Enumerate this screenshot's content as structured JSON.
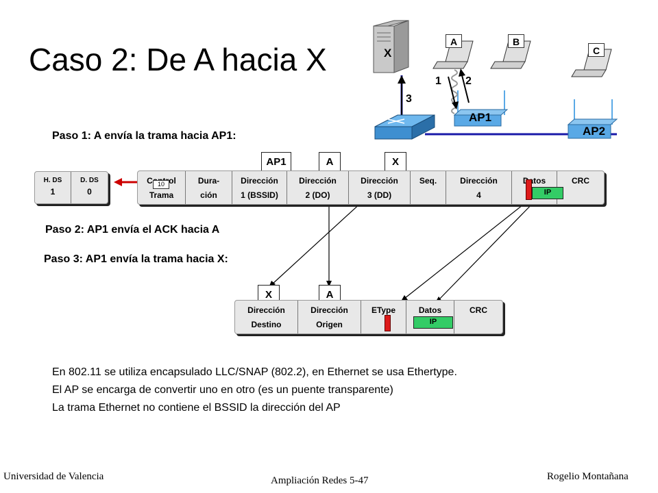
{
  "title": "Caso 2: De A hacia X",
  "network": {
    "server_label": "X",
    "laptops": [
      "A",
      "B",
      "C"
    ],
    "ap1": "AP1",
    "ap2": "AP2",
    "steps": [
      "1",
      "2",
      "3"
    ]
  },
  "paso1": "Paso 1: A envía la trama hacia AP1:",
  "paso2": "Paso 2: AP1 envía el ACK hacia A",
  "paso3": "Paso 3: AP1 envía la trama hacia X:",
  "ds_bits": {
    "h_label": "H. DS",
    "h_value": "1",
    "d_label": "D. DS",
    "d_value": "0",
    "control_code": "10"
  },
  "wifi_tags": [
    "AP1",
    "A",
    "X"
  ],
  "wifi_frame": [
    {
      "line1": "Control",
      "line2": "Trama"
    },
    {
      "line1": "Dura-",
      "line2": "ción"
    },
    {
      "line1": "Dirección",
      "line2": "1 (BSSID)"
    },
    {
      "line1": "Dirección",
      "line2": "2 (DO)"
    },
    {
      "line1": "Dirección",
      "line2": "3 (DD)"
    },
    {
      "line1": "Seq.",
      "line2": ""
    },
    {
      "line1": "Dirección",
      "line2": "4"
    },
    {
      "line1": "Datos",
      "line2": ""
    },
    {
      "line1": "CRC",
      "line2": ""
    }
  ],
  "ip_label": "IP",
  "eth_tags": [
    "X",
    "A"
  ],
  "eth_frame": [
    {
      "line1": "Dirección",
      "line2": "Destino"
    },
    {
      "line1": "Dirección",
      "line2": "Origen"
    },
    {
      "line1": "EType",
      "line2": ""
    },
    {
      "line1": "Datos",
      "line2": ""
    },
    {
      "line1": "CRC",
      "line2": ""
    }
  ],
  "notes": [
    "En 802.11 se utiliza encapsulado LLC/SNAP (802.2), en Ethernet se usa Ethertype.",
    "El AP se encarga de convertir uno en otro (es un puente transparente)",
    "La trama Ethernet no contiene el BSSID la dirección del AP"
  ],
  "footer": {
    "left": "Universidad de Valencia",
    "center": "Ampliación Redes 5-47",
    "right": "Rogelio Montañana"
  },
  "colors": {
    "ip_green": "#33cc66",
    "ethertype_red": "#dd1a1a",
    "ap_blue": "#5aa9e6",
    "wire_blue": "#1a1aa8",
    "arrow_red": "#cc0000"
  }
}
